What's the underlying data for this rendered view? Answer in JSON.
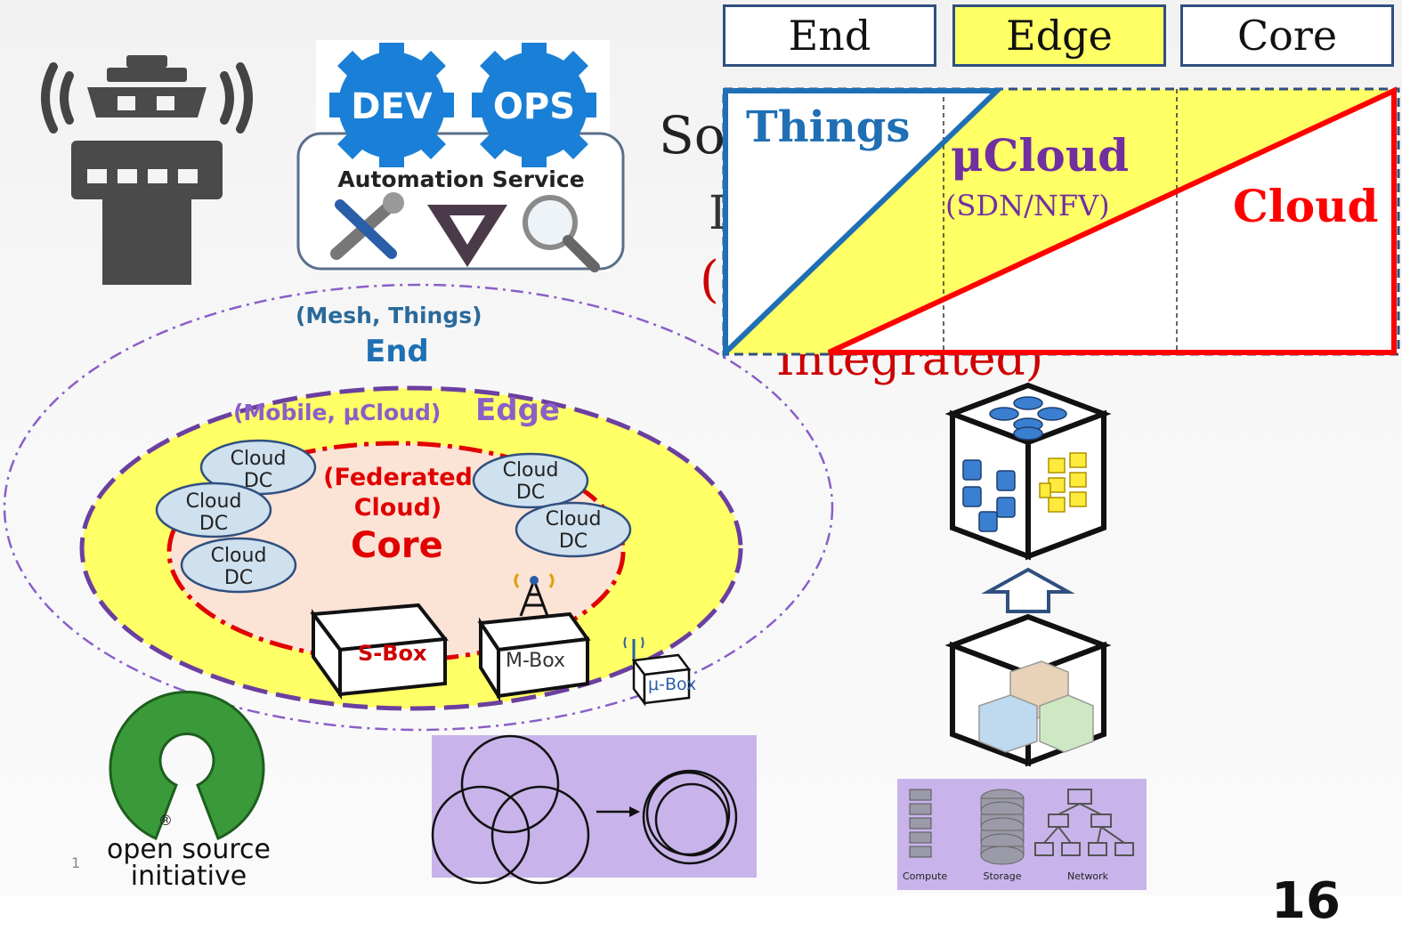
{
  "header": {
    "end": "End",
    "edge": "Edge",
    "core": "Core"
  },
  "layers": {
    "things": "Things",
    "mucloud": "μCloud",
    "sdn_nfv": "(SDN/NFV)",
    "cloud": "Cloud"
  },
  "behind_text": {
    "so": "So",
    "glyph1": "I",
    "paren": "(",
    "integrated": "Integrated)"
  },
  "devops": {
    "dev": "DEV",
    "ops": "OPS",
    "service": "Automation Service"
  },
  "zones": {
    "end_sub": "(Mesh, Things)",
    "end": "End",
    "edge_sub": "(Mobile, μCloud)",
    "edge": "Edge",
    "core_sub1": "(Federated",
    "core_sub2": "Cloud)",
    "core": "Core"
  },
  "dc_label_top": "Cloud",
  "dc_label_bottom": "DC",
  "boxes": {
    "s": "S-Box",
    "m": "M-Box",
    "u": "μ-Box"
  },
  "osi": {
    "line1": "open source",
    "line2": "initiative",
    "reg": "®"
  },
  "slide_number": "1",
  "page_number": "16",
  "resources": {
    "compute": "Compute",
    "storage": "Storage",
    "network": "Network"
  },
  "colors": {
    "edge_yellow": "#ffff66",
    "things_blue": "#1f6fb5",
    "cloud_red": "#ff0000",
    "mucloud_purple": "#7030a0",
    "core_fill": "#fbe3d6",
    "dc_fill": "#cfe0ee",
    "devops_blue": "#1a7fd6",
    "osi_green": "#3a9a3a",
    "panel_purple": "#c8b4ea"
  }
}
